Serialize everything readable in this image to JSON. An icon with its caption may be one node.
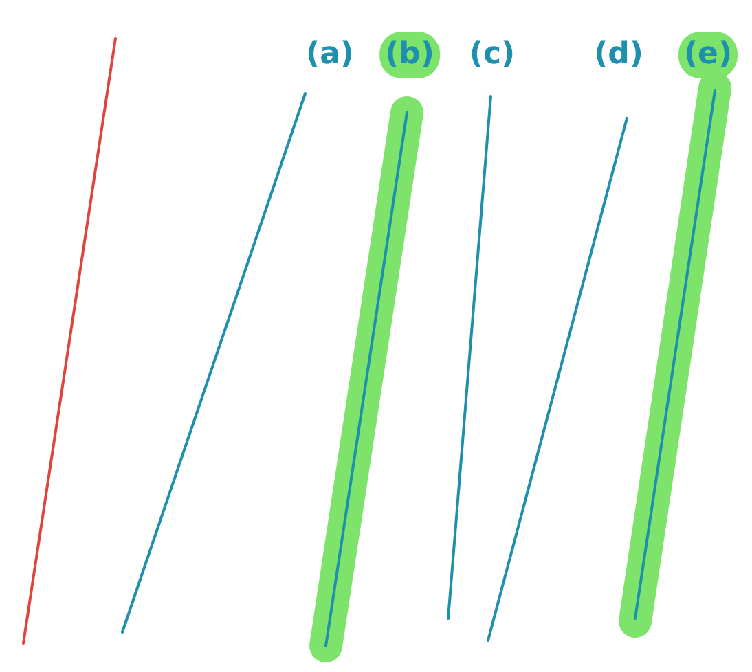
{
  "diagram": {
    "labels": [
      "(a)",
      "(b)",
      "(c)",
      "(d)",
      "(e)"
    ]
  }
}
